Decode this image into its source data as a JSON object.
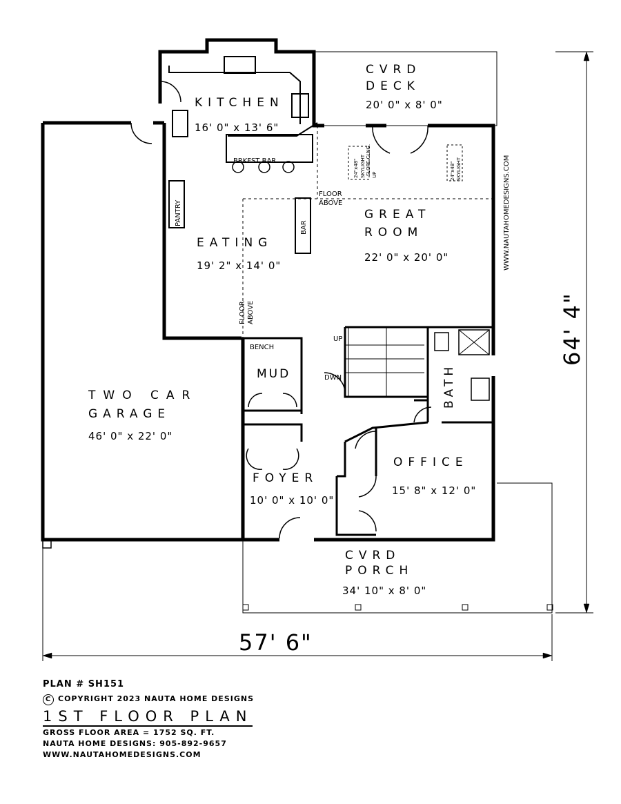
{
  "plan": {
    "rooms": {
      "deck_name": [
        "CVRD",
        "DECK"
      ],
      "deck_dim": "20' 0\" x 8' 0\"",
      "kitchen_name": "KITCHEN",
      "kitchen_dim": "16' 0\" x 13' 6\"",
      "brkfst": "BRKFST BAR",
      "pantry": "PANTRY",
      "bar": "BAR",
      "eating_name": "EATING",
      "eating_dim": "19' 2\" x 14' 0\"",
      "great_name": [
        "GREAT",
        "ROOM"
      ],
      "great_dim": "22' 0\" x 20' 0\"",
      "floor_above": [
        "FLOOR",
        "ABOVE"
      ],
      "slope": [
        "SLOPE CLNG.",
        "UP"
      ],
      "skylight": [
        "24\"x48\"",
        "SKYLIGHT"
      ],
      "garage_name": [
        "TWO CAR",
        "GARAGE"
      ],
      "garage_dim": "46' 0\" x 22' 0\"",
      "bench": "BENCH",
      "mud": "MUD",
      "up": "UP",
      "dwn": "DWN",
      "bath": "BATH",
      "office_name": "OFFICE",
      "office_dim": "15' 8\" x 12' 0\"",
      "foyer_name": "FOYER",
      "foyer_dim": "10' 0\" x 10' 0\"",
      "porch_name": [
        "CVRD",
        "PORCH"
      ],
      "porch_dim": "34' 10\" x 8' 0\""
    },
    "website_vertical": "WWW.NAUTAHOMEDESIGNS.COM",
    "overall_depth": "64' 4\"",
    "overall_width": "57' 6\""
  },
  "footer": {
    "plan_number": "PLAN # SH151",
    "copyright_symbol": "C",
    "copyright": "COPYRIGHT 2023 NAUTA HOME DESIGNS",
    "title": "1ST FLOOR PLAN",
    "area": "GROSS FLOOR AREA  =  1752  SQ. FT.",
    "phone": "NAUTA HOME DESIGNS: 905-892-9657",
    "web": "WWW.NAUTAHOMEDESIGNS.COM"
  }
}
